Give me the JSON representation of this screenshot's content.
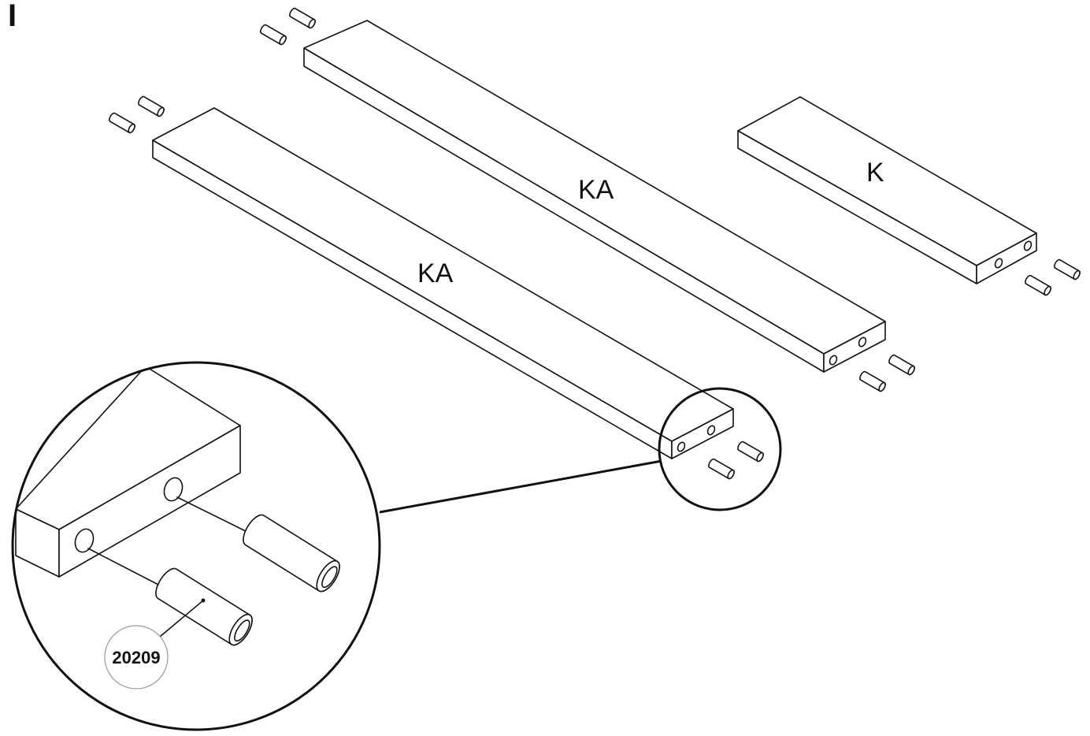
{
  "step_number": "I",
  "labels": {
    "board_a": "KA",
    "board_b": "KA",
    "board_c": "K"
  },
  "callout": {
    "part_number": "20209"
  }
}
